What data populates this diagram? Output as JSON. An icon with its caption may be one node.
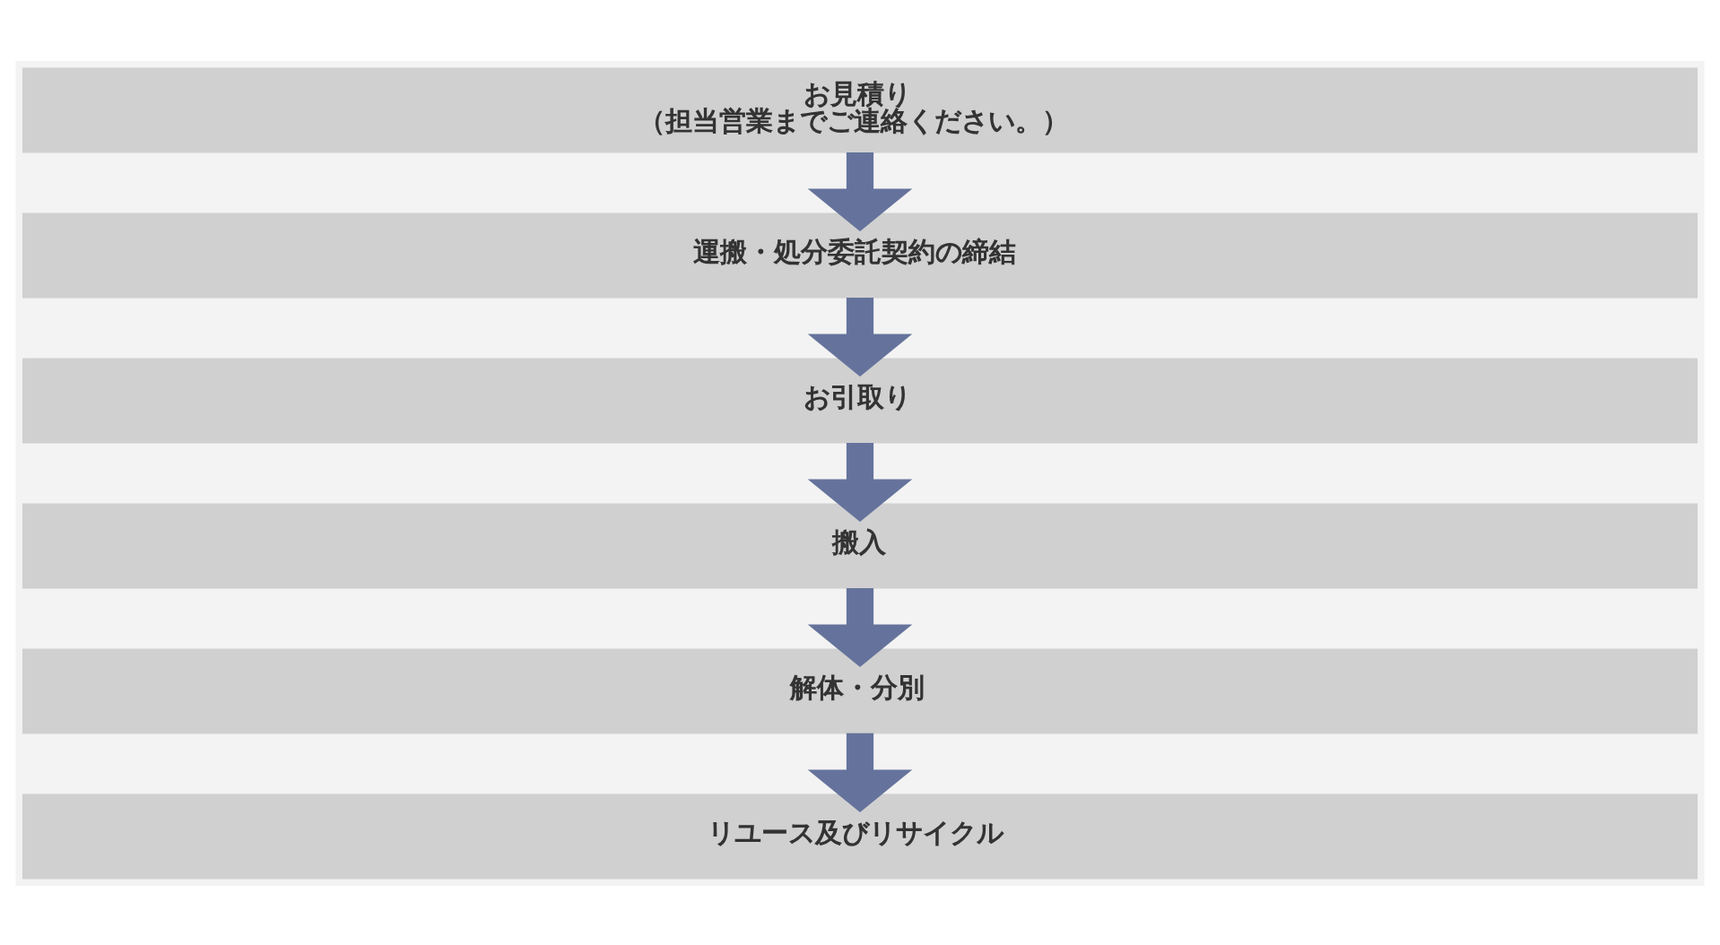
{
  "diagram": {
    "nodes": [
      {
        "text": [
          "お見積り",
          "（担当営業までご連絡ください。）"
        ]
      },
      {
        "text": [
          "運搬・処分委託契約の締結"
        ]
      },
      {
        "text": [
          "お引取り"
        ]
      },
      {
        "text": [
          "搬入"
        ]
      },
      {
        "text": [
          "解体・分別"
        ]
      },
      {
        "text": [
          "リユース及びリサイクル"
        ]
      }
    ],
    "edges": [
      {
        "from": 0,
        "to": 1,
        "arrow": "to"
      },
      {
        "from": 1,
        "to": 2,
        "arrow": "to"
      },
      {
        "from": 2,
        "to": 3,
        "arrow": "to"
      },
      {
        "from": 3,
        "to": 4,
        "arrow": "to"
      },
      {
        "from": 4,
        "to": 5,
        "arrow": "to"
      }
    ]
  }
}
